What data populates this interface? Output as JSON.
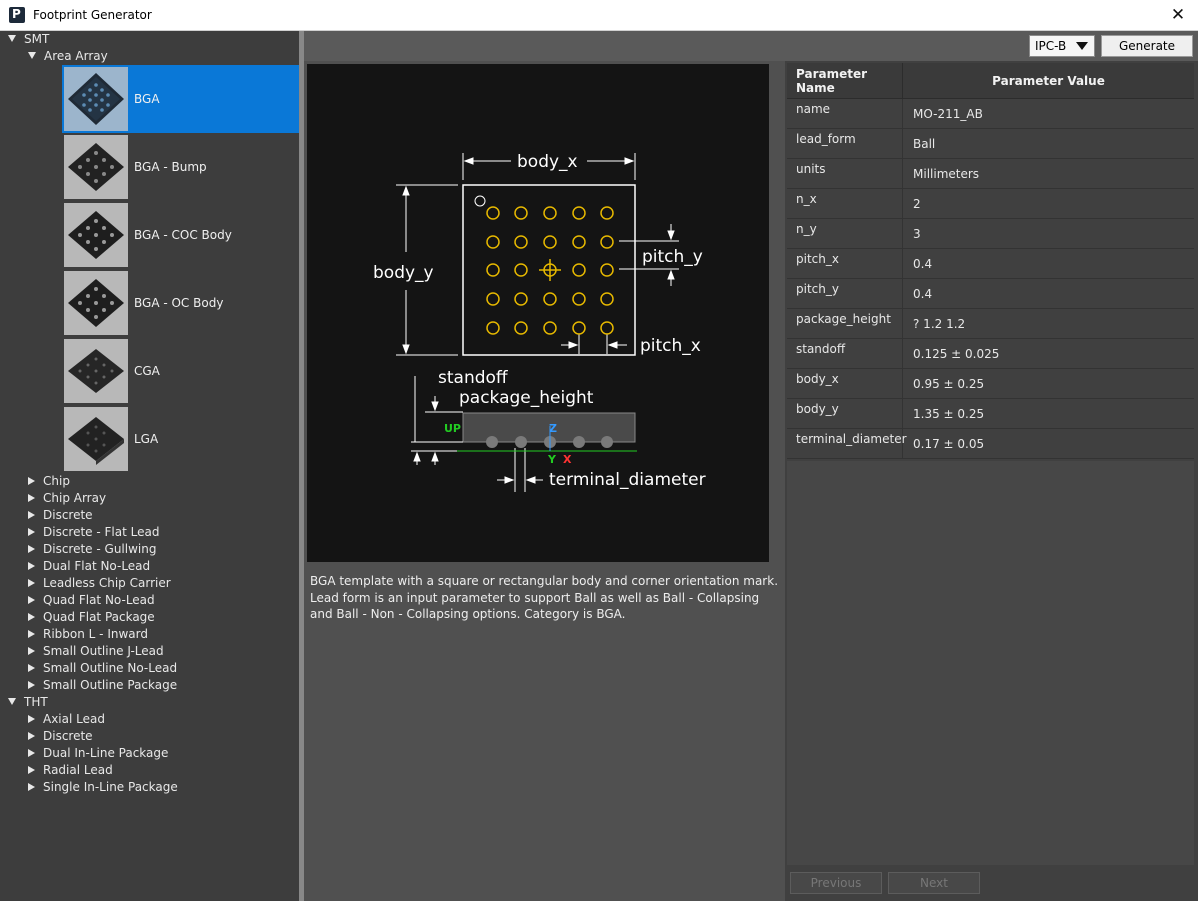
{
  "window": {
    "title": "Footprint Generator",
    "close_icon": "close-icon"
  },
  "tree": {
    "smt_label": "SMT",
    "area_array_label": "Area Array",
    "area_array_items": [
      {
        "label": "BGA",
        "selected": true
      },
      {
        "label": "BGA - Bump"
      },
      {
        "label": "BGA - COC Body"
      },
      {
        "label": "BGA - OC Body"
      },
      {
        "label": "CGA"
      },
      {
        "label": "LGA"
      }
    ],
    "smt_categories": [
      "Chip",
      "Chip Array",
      "Discrete",
      "Discrete - Flat Lead",
      "Discrete - Gullwing",
      "Dual Flat No-Lead",
      "Leadless Chip Carrier",
      "Quad Flat No-Lead",
      "Quad Flat Package",
      "Ribbon L - Inward",
      "Small Outline J-Lead",
      "Small Outline No-Lead",
      "Small Outline Package"
    ],
    "tht_label": "THT",
    "tht_categories": [
      "Axial Lead",
      "Discrete",
      "Dual In-Line Package",
      "Radial Lead",
      "Single In-Line Package"
    ]
  },
  "toolbar": {
    "density": "IPC-B",
    "generate_label": "Generate"
  },
  "diagram": {
    "body_x": "body_x",
    "body_y": "body_y",
    "pitch_y": "pitch_y",
    "pitch_x": "pitch_x",
    "standoff": "standoff",
    "package_height": "package_height",
    "terminal_diameter": "terminal_diameter",
    "axis_up": "UP",
    "axis_z": "Z",
    "axis_y": "Y",
    "axis_x": "X",
    "colors": {
      "ball": "#e6b800",
      "up": "#22cc22",
      "z": "#3399ff",
      "y": "#22cc22",
      "x": "#ff3333"
    }
  },
  "description": "BGA template with a square or rectangular body and corner orientation mark. Lead form is an input parameter to support Ball as well as Ball - Collapsing and Ball - Non - Collapsing options. Category is BGA.",
  "params": {
    "header_name": "Parameter Name",
    "header_value": "Parameter Value",
    "rows": [
      {
        "name": "name",
        "value": "MO-211_AB"
      },
      {
        "name": "lead_form",
        "value": "Ball"
      },
      {
        "name": "units",
        "value": "Millimeters"
      },
      {
        "name": "n_x",
        "value": "2"
      },
      {
        "name": "n_y",
        "value": "3"
      },
      {
        "name": "pitch_x",
        "value": "0.4"
      },
      {
        "name": "pitch_y",
        "value": "0.4"
      },
      {
        "name": "package_height",
        "value": "? 1.2 1.2"
      },
      {
        "name": "standoff",
        "value": "0.125 ± 0.025"
      },
      {
        "name": "body_x",
        "value": "0.95 ± 0.25"
      },
      {
        "name": "body_y",
        "value": "1.35 ± 0.25"
      },
      {
        "name": "terminal_diameter",
        "value": "0.17 ± 0.05"
      }
    ]
  },
  "nav": {
    "previous_label": "Previous",
    "next_label": "Next"
  }
}
